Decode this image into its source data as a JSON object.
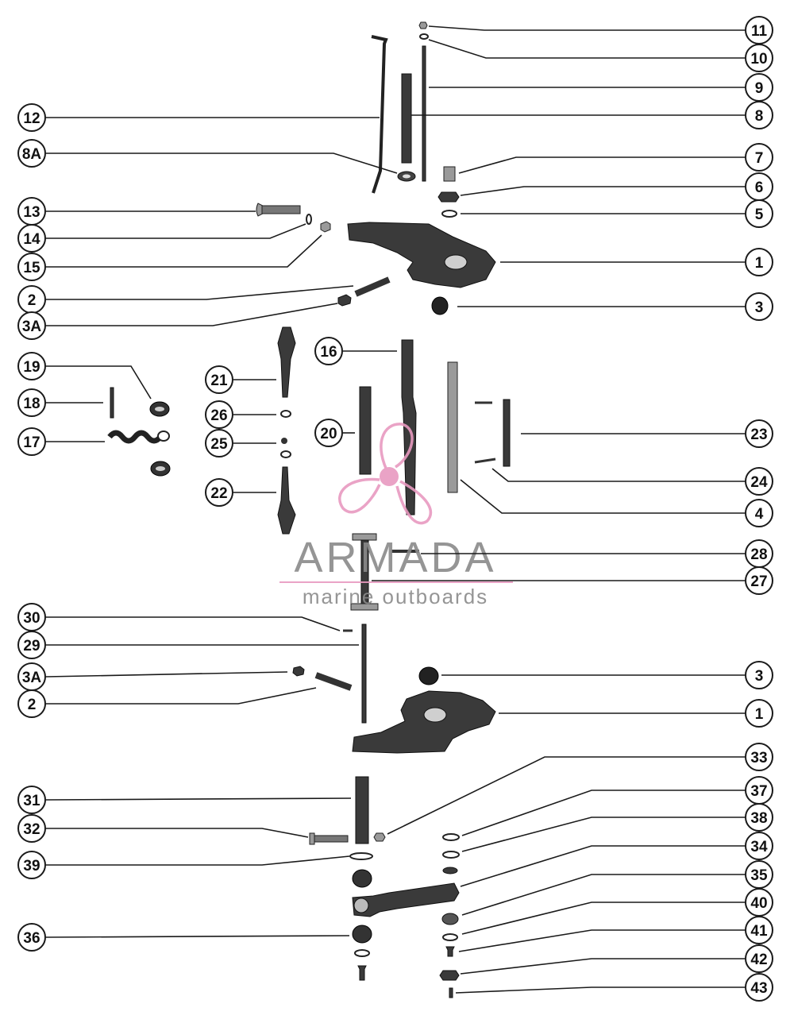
{
  "watermark": {
    "brand": "ARMADA",
    "tagline": "marine outboards",
    "logo_color": "#e89ac0",
    "text_color": "#8a8a8a"
  },
  "callouts": [
    {
      "id": "c11",
      "label": "11"
    },
    {
      "id": "c10",
      "label": "10"
    },
    {
      "id": "c9",
      "label": "9"
    },
    {
      "id": "c8",
      "label": "8"
    },
    {
      "id": "c12",
      "label": "12"
    },
    {
      "id": "c8a",
      "label": "8A"
    },
    {
      "id": "c7",
      "label": "7"
    },
    {
      "id": "c6",
      "label": "6"
    },
    {
      "id": "c5",
      "label": "5"
    },
    {
      "id": "c13",
      "label": "13"
    },
    {
      "id": "c14",
      "label": "14"
    },
    {
      "id": "c15",
      "label": "15"
    },
    {
      "id": "c1a",
      "label": "1"
    },
    {
      "id": "c2a",
      "label": "2"
    },
    {
      "id": "c3a_top",
      "label": "3A"
    },
    {
      "id": "c3a",
      "label": "3"
    },
    {
      "id": "c16",
      "label": "16"
    },
    {
      "id": "c19",
      "label": "19"
    },
    {
      "id": "c21",
      "label": "21"
    },
    {
      "id": "c18",
      "label": "18"
    },
    {
      "id": "c26",
      "label": "26"
    },
    {
      "id": "c20",
      "label": "20"
    },
    {
      "id": "c23",
      "label": "23"
    },
    {
      "id": "c17",
      "label": "17"
    },
    {
      "id": "c25",
      "label": "25"
    },
    {
      "id": "c22",
      "label": "22"
    },
    {
      "id": "c24",
      "label": "24"
    },
    {
      "id": "c4",
      "label": "4"
    },
    {
      "id": "c28",
      "label": "28"
    },
    {
      "id": "c27",
      "label": "27"
    },
    {
      "id": "c30",
      "label": "30"
    },
    {
      "id": "c29",
      "label": "29"
    },
    {
      "id": "c3a_bot",
      "label": "3A"
    },
    {
      "id": "c3b",
      "label": "3"
    },
    {
      "id": "c2b",
      "label": "2"
    },
    {
      "id": "c1b",
      "label": "1"
    },
    {
      "id": "c33",
      "label": "33"
    },
    {
      "id": "c31",
      "label": "31"
    },
    {
      "id": "c37",
      "label": "37"
    },
    {
      "id": "c38",
      "label": "38"
    },
    {
      "id": "c32",
      "label": "32"
    },
    {
      "id": "c34",
      "label": "34"
    },
    {
      "id": "c39",
      "label": "39"
    },
    {
      "id": "c35",
      "label": "35"
    },
    {
      "id": "c40",
      "label": "40"
    },
    {
      "id": "c36",
      "label": "36"
    },
    {
      "id": "c41",
      "label": "41"
    },
    {
      "id": "c42",
      "label": "42"
    },
    {
      "id": "c43",
      "label": "43"
    }
  ]
}
